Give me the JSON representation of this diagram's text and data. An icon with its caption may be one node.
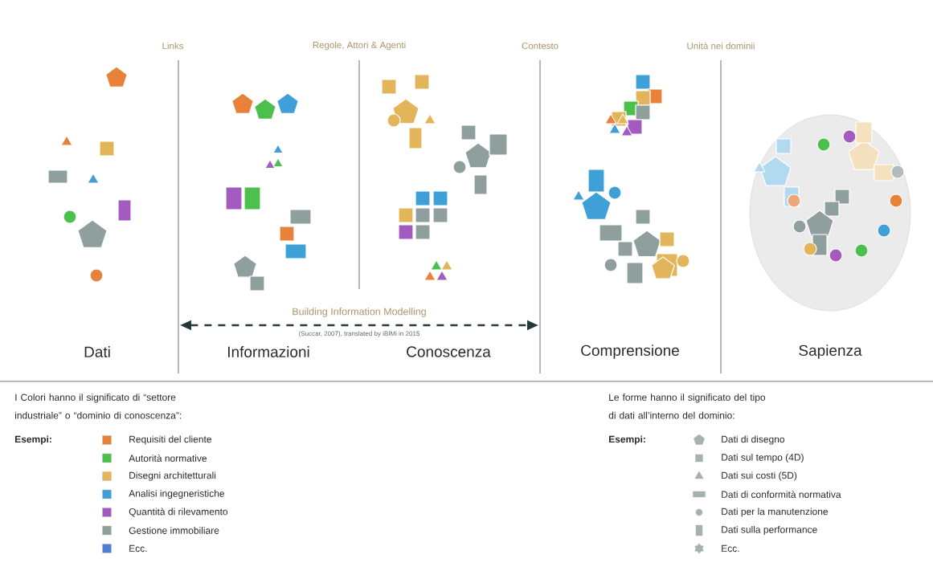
{
  "diagram": {
    "labels": [
      "Links",
      "Regole, Attori & Agenti",
      "Contesto",
      "Unità nei dominii",
      "Building Information Modelling",
      "(Succar, 2007), translated by iBIMi in 2015",
      "Dati",
      "Informazioni",
      "Conoscenza",
      "Comprensione",
      "Sapienza",
      "I Colori hanno il significato di “settore industriale” o “dominio di conoscenza”:",
      "Esempi:",
      "Le forme hanno il significato del tipo di dati all’interno del dominio:",
      "Esempi:"
    ],
    "legend": [
      {
        "text": "Requisiti del cliente",
        "color": "#e8823a"
      },
      {
        "text": "Autorità normative",
        "color": "#4cc04c"
      },
      {
        "text": "Disegni architetturali",
        "color": "#e2b55a"
      },
      {
        "text": "Analisi ingegneristiche",
        "color": "#3fa0d8"
      },
      {
        "text": "Quantità di rilevamento",
        "color": "#a45bbf"
      },
      {
        "text": "Gestione immobiliare",
        "color": "#8f9f9e"
      },
      {
        "text": "Ecc.",
        "color": "#4f7fd8"
      },
      {
        "text": "Dati di disegno"
      },
      {
        "text": "Dati sul tempo (4D)"
      },
      {
        "text": "Dati sui costi (5D)"
      },
      {
        "text": "Dati di conformità normativa"
      },
      {
        "text": "Dati per la manutenzione"
      },
      {
        "text": "Dati sulla performance"
      },
      {
        "text": "Ecc."
      }
    ]
  }
}
